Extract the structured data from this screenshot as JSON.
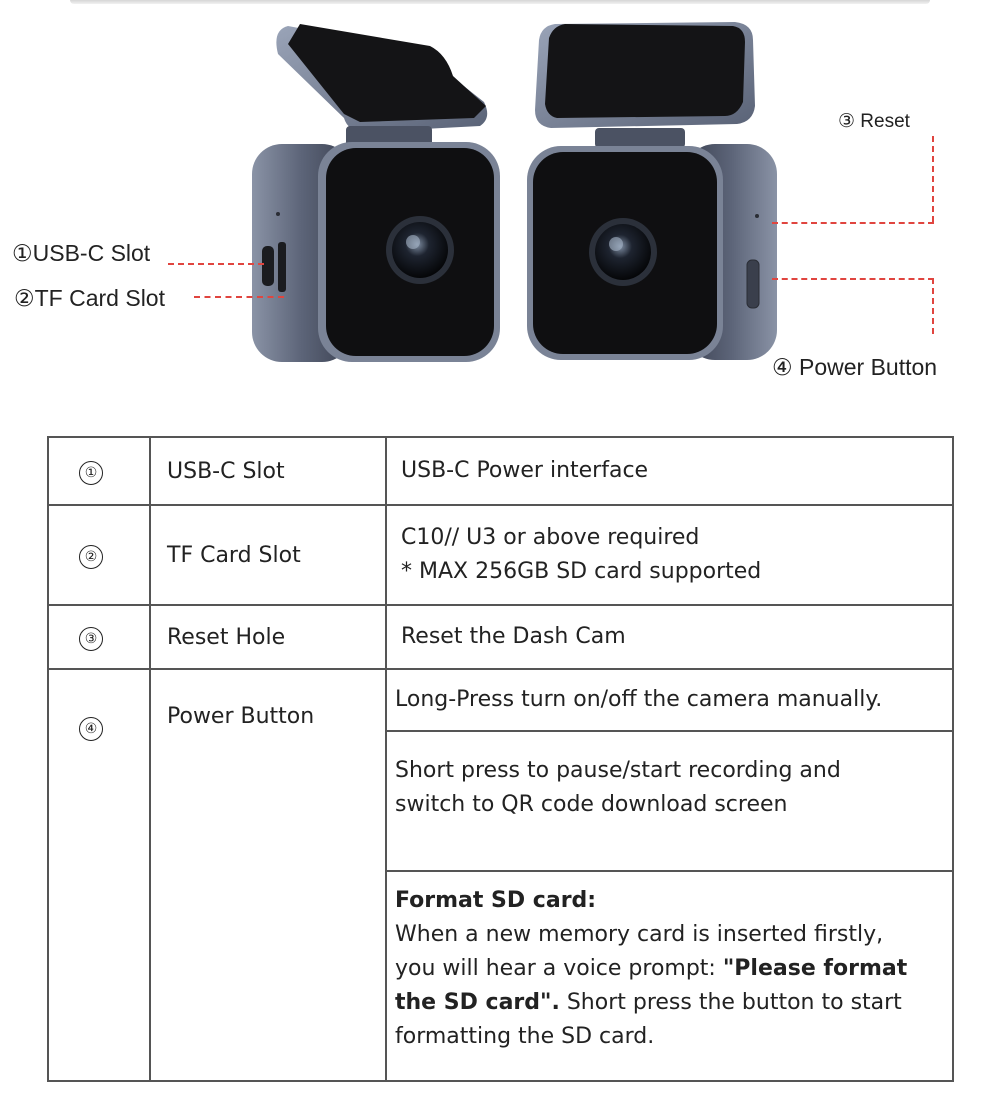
{
  "callouts": {
    "usb_c": "①USB-C Slot",
    "tf_card": "②TF Card Slot",
    "reset": "③ Reset",
    "power": "④ Power Button"
  },
  "table": {
    "rows": [
      {
        "num": "①",
        "name": "USB-C Slot",
        "desc": [
          "USB-C Power interface"
        ]
      },
      {
        "num": "②",
        "name": "TF Card Slot",
        "desc": [
          "C10// U3 or above required",
          "* MAX 256GB SD card supported"
        ]
      },
      {
        "num": "③",
        "name": "Reset Hole",
        "desc": [
          "Reset the Dash Cam"
        ]
      },
      {
        "num": "④",
        "name": "Power Button",
        "desc": [
          "Long-Press turn on/off the camera manually."
        ]
      }
    ],
    "power_extra": {
      "short_press": [
        "Short press to pause/start recording and",
        "switch to QR code download screen"
      ],
      "format_title": "Format SD card:",
      "format_line1": "When a new memory card is inserted firstly,",
      "format_line2_a": "you will hear a voice prompt: ",
      "format_line2_b": "\"Please format",
      "format_line3_a": "the SD card\".",
      "format_line3_b": " Short press the button to start",
      "format_line4": "formatting the SD card."
    }
  },
  "colors": {
    "dashed_line": "#e0453f",
    "device_body": "#6b7486",
    "device_face": "#0e0e10",
    "border": "#555555"
  },
  "icons": [
    "dash-cam-left-view",
    "dash-cam-right-view",
    "lens-icon"
  ]
}
